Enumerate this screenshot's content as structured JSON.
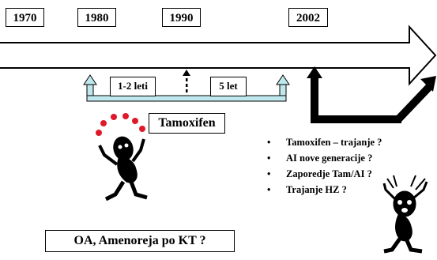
{
  "timeline": {
    "years": [
      "1970",
      "1980",
      "1990",
      "2002"
    ]
  },
  "treatment": {
    "interval_short": "1-2 leti",
    "interval_long": "5 let",
    "drug": "Tamoxifen"
  },
  "questions": [
    "Tamoxifen – trajanje ?",
    "AI nove generacije ?",
    "Zaporedje  Tam/AI ?",
    "Trajanje HZ ?"
  ],
  "bottom_question": "OA, Amenoreja po KT ?",
  "colors": {
    "bracket_fill": "#bfe8ee",
    "juggling_balls": "#e0192a",
    "figures": "#000000"
  },
  "icons": [
    "juggling-figure-icon",
    "stressed-figure-icon"
  ]
}
